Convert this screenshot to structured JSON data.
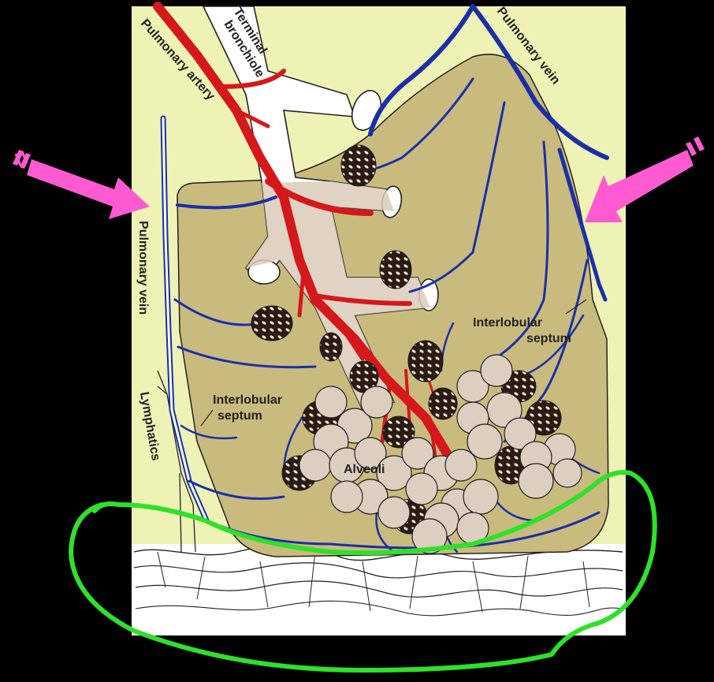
{
  "labels": {
    "terminal_bronchiole_line1": "Terminal",
    "terminal_bronchiole_line2": "bronchiole",
    "pulmonary_artery": "Pulmonary artery",
    "pulmonary_vein_top": "Pulmonary vein",
    "pulmonary_vein_left": "Pulmonary vein",
    "lymphatics": "Lymphatics",
    "interlobular_septum_left_line1": "Interlobular",
    "interlobular_septum_left_line2": "septum",
    "interlobular_septum_right_line1": "Interlobular",
    "interlobular_septum_right_line2": "septum",
    "alveoli": "Alveoli"
  },
  "colors": {
    "background": "#000000",
    "panel": "#eef2b4",
    "lobule": "#c9bb7e",
    "artery": "#d4181b",
    "vein": "#1a2fa8",
    "bronchiole": "#ffffff",
    "alveolus": "#ddcfc0",
    "pleura_highlight": "#2fe12a",
    "arrows": "#ff5ad2"
  },
  "icons": {
    "left_arrow": "pink-arrow-icon",
    "right_arrow": "pink-arrow-icon"
  }
}
